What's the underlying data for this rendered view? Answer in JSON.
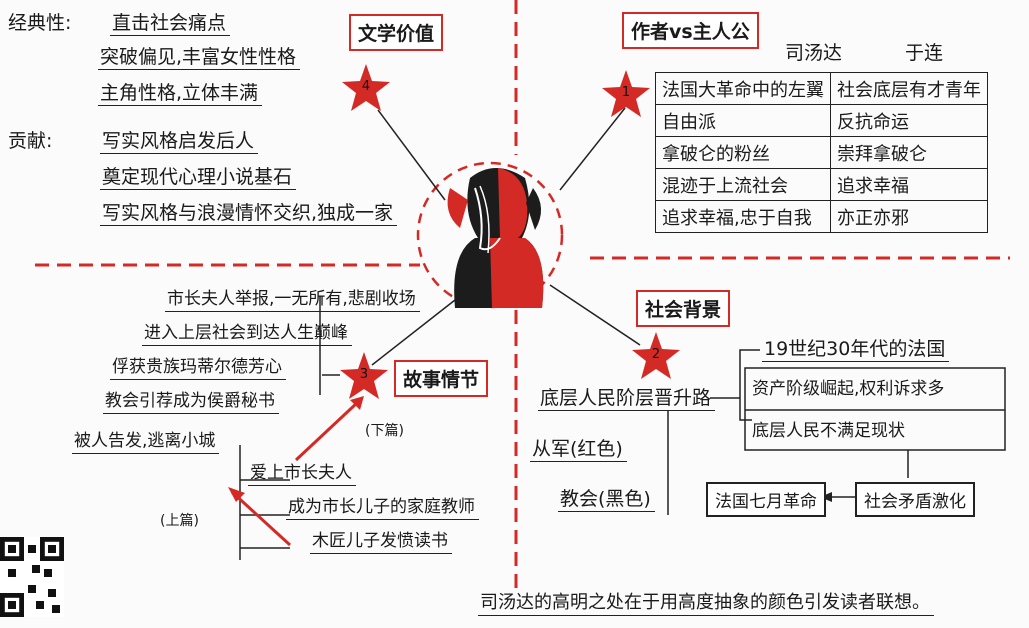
{
  "literary_value": {
    "title": "文学价值",
    "star_number": "4",
    "typicality_label": "经典性:",
    "typicality_items": [
      "直击社会痛点",
      "突破偏见,丰富女性性格",
      "主角性格,立体丰满"
    ],
    "contribution_label": "贡献:",
    "contribution_items": [
      "写实风格启发后人",
      "奠定现代心理小说基石",
      "写实风格与浪漫情怀交织,独成一家"
    ]
  },
  "author_vs_hero": {
    "title": "作者vs主人公",
    "star_number": "1",
    "columns": [
      "司汤达",
      "于连"
    ],
    "rows": [
      [
        "法国大革命中的左翼",
        "社会底层有才青年"
      ],
      [
        "自由派",
        "反抗命运"
      ],
      [
        "拿破仑的粉丝",
        "崇拜拿破仑"
      ],
      [
        "混迹于上流社会",
        "追求幸福"
      ],
      [
        "追求幸福,忠于自我",
        "亦正亦邪"
      ]
    ]
  },
  "story_plot": {
    "title": "故事情节",
    "star_number": "3",
    "part2_label": "(下篇)",
    "part1_label": "(上篇)",
    "part2_items": [
      "市长夫人举报,一无所有,悲剧收场",
      "进入上层社会到达人生巅峰",
      "俘获贵族玛蒂尔德芳心",
      "教会引荐成为侯爵秘书",
      "被人告发,逃离小城"
    ],
    "part1_items": [
      "爱上市长夫人",
      "成为市长儿子的家庭教师",
      "木匠儿子发愤读书"
    ]
  },
  "social_background": {
    "title": "社会背景",
    "star_number": "2",
    "era": "19世纪30年代的法国",
    "era_items": [
      "资产阶级崛起,权利诉求多",
      "底层人民不满足现状"
    ],
    "path_label": "底层人民阶层晋升路",
    "paths": [
      "从军(红色)",
      "教会(黑色)"
    ],
    "conflict": "社会矛盾激化",
    "revolution": "法国七月革命"
  },
  "footer_note": "司汤达的高明之处在于用高度抽象的颜色引发读者联想。",
  "colors": {
    "accent": "#d42a25",
    "ink": "#1a1a1a"
  }
}
